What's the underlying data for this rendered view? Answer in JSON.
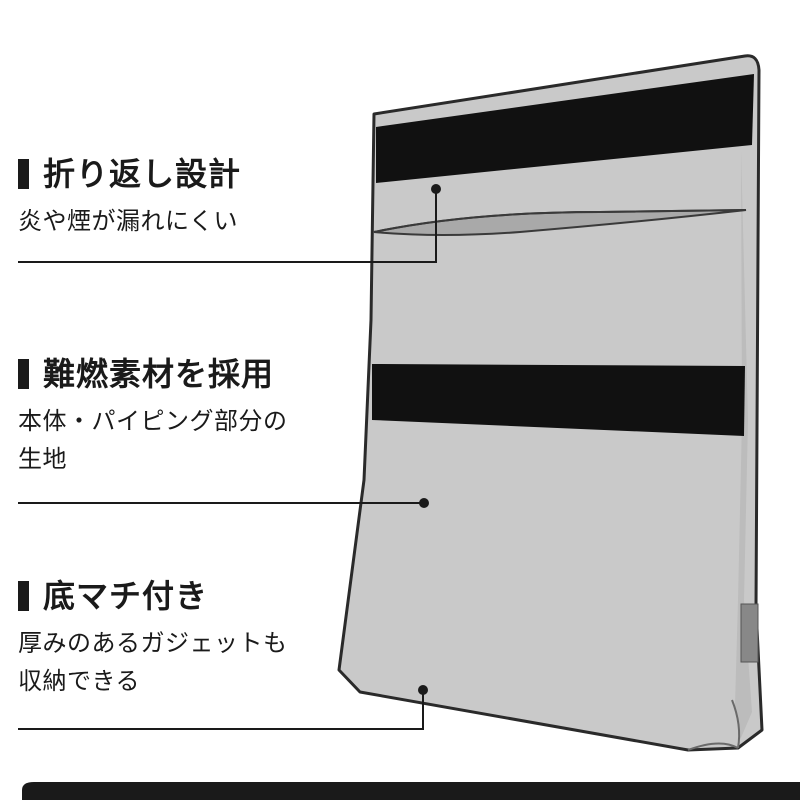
{
  "features": [
    {
      "title": "折り返し設計",
      "lines": [
        "炎や煙が漏れにくい"
      ]
    },
    {
      "title": "難燃素材を採用",
      "lines": [
        "本体・パイピング部分の",
        "生地"
      ]
    },
    {
      "title": "底マチ付き",
      "lines": [
        "厚みのあるガジェットも",
        "収納できる"
      ]
    }
  ],
  "colors": {
    "bag_fill": "#c9c9c9",
    "bag_outline": "#2a2a2a",
    "band": "#111111",
    "pocket_shadow": "#a9a9a9",
    "text": "#1a1a1a"
  }
}
